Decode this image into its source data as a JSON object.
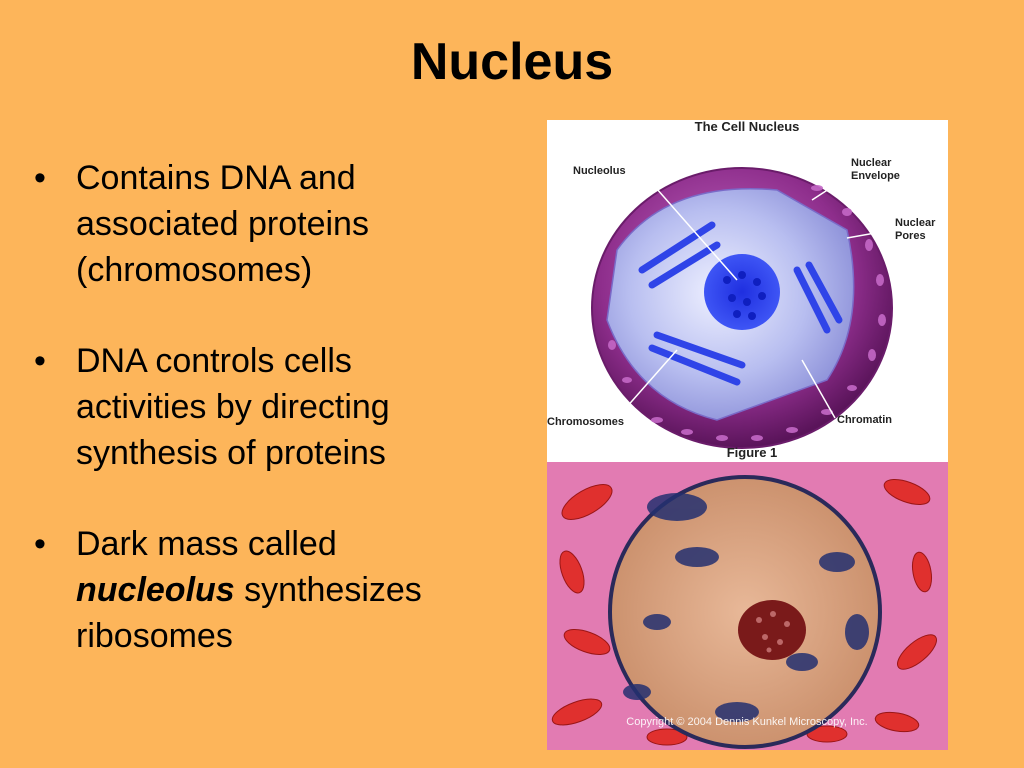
{
  "slide": {
    "title": "Nucleus",
    "bullets": [
      {
        "lines": [
          "Contains DNA and",
          "associated proteins",
          "(chromosomes)"
        ]
      },
      {
        "lines": [
          "DNA controls cells",
          "activities by directing",
          "synthesis of proteins"
        ]
      },
      {
        "line1": "Dark mass called",
        "em": "nucleolus",
        "rest": " synthesizes",
        "line3": "ribosomes"
      }
    ]
  },
  "figure_top": {
    "caption_title": "The Cell Nucleus",
    "labels": {
      "nucleolus": "Nucleolus",
      "nuclear_envelope_1": "Nuclear",
      "nuclear_envelope_2": "Envelope",
      "nuclear_pores_1": "Nuclear",
      "nuclear_pores_2": "Pores",
      "chromosomes": "Chromosomes",
      "chromatin": "Chromatin"
    },
    "figure_label": "Figure 1"
  },
  "figure_bottom": {
    "copyright": "Copyright © 2004 Dennis Kunkel Microscopy, Inc."
  },
  "colors": {
    "background": "#FDB55A",
    "envelope": "#8E2E8C",
    "chromatin": "#4A5CF0",
    "micrograph_bg": "#E27BB2",
    "nucleus_tan": "#D9A585",
    "nucleolus_dark": "#7A1A1A"
  }
}
